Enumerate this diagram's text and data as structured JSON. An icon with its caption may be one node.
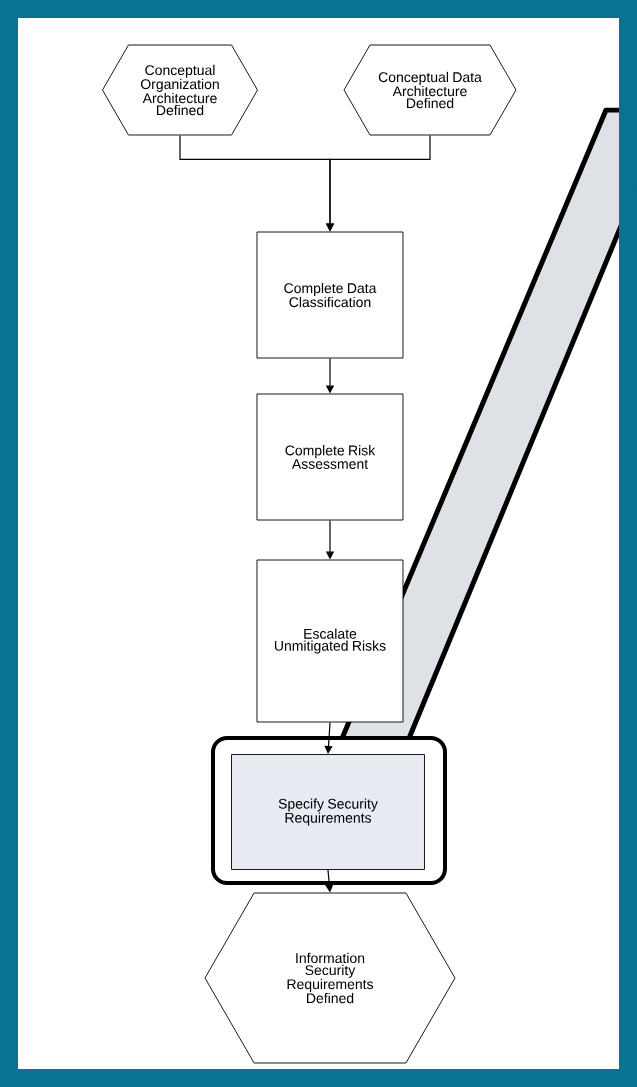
{
  "diagram": {
    "nodes": [
      {
        "text": [
          "Conceptual Organization Architecture Defined"
        ]
      },
      {
        "text": [
          "Conceptual Data Architecture Defined"
        ]
      },
      {
        "text": [
          "Complete Data Classification"
        ]
      },
      {
        "text": [
          "Complete Risk Assessment"
        ]
      },
      {
        "text": [
          "Escalate Unmitigated Risks"
        ]
      },
      {
        "text": [
          "Specify Security Requirements"
        ]
      },
      {
        "text": [
          "Information Security Requirements Defined"
        ]
      }
    ],
    "edges": [
      {
        "from": 0,
        "to": 2,
        "arrow": "to"
      },
      {
        "from": 1,
        "to": 2,
        "arrow": "to"
      },
      {
        "from": 2,
        "to": 3,
        "arrow": "to"
      },
      {
        "from": 3,
        "to": 4,
        "arrow": "to"
      },
      {
        "from": 4,
        "to": 5,
        "arrow": "to"
      },
      {
        "from": 5,
        "to": 6,
        "arrow": "to"
      }
    ]
  }
}
